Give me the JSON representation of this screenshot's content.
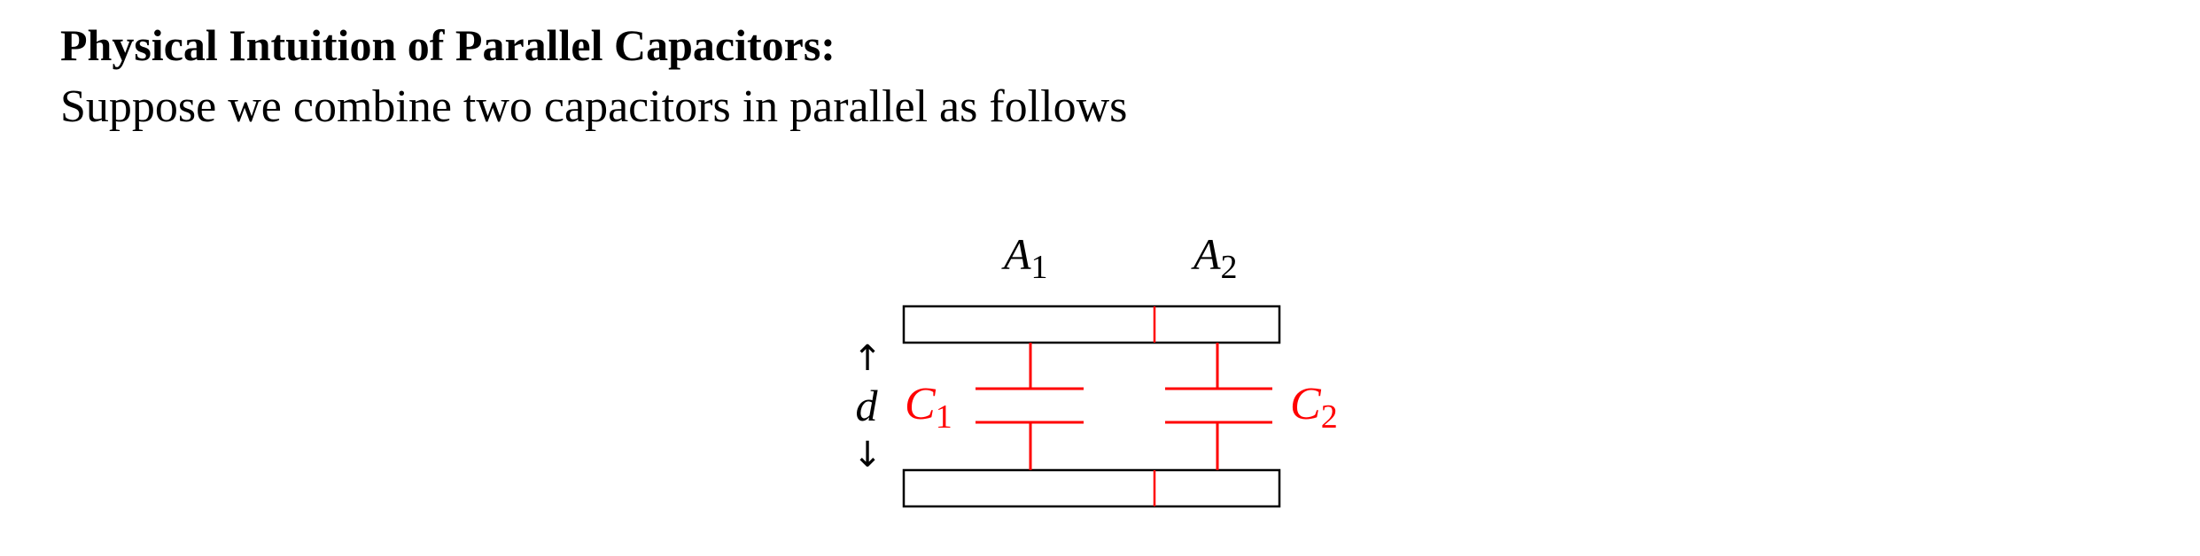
{
  "text": {
    "heading": "Physical Intuition of Parallel Capacitors:",
    "intro": "Suppose we combine two capacitors in parallel as follows"
  },
  "diagram": {
    "area_labels": [
      {
        "symbol": "A",
        "subscript": "1"
      },
      {
        "symbol": "A",
        "subscript": "2"
      }
    ],
    "separation": {
      "symbol": "d",
      "up_arrow": "↑",
      "down_arrow": "↓"
    },
    "capacitor_labels": [
      {
        "symbol": "C",
        "subscript": "1"
      },
      {
        "symbol": "C",
        "subscript": "2"
      }
    ],
    "colors": {
      "plates": "#000000",
      "capacitors": "#ff0000",
      "separation_label": "#000000"
    }
  }
}
